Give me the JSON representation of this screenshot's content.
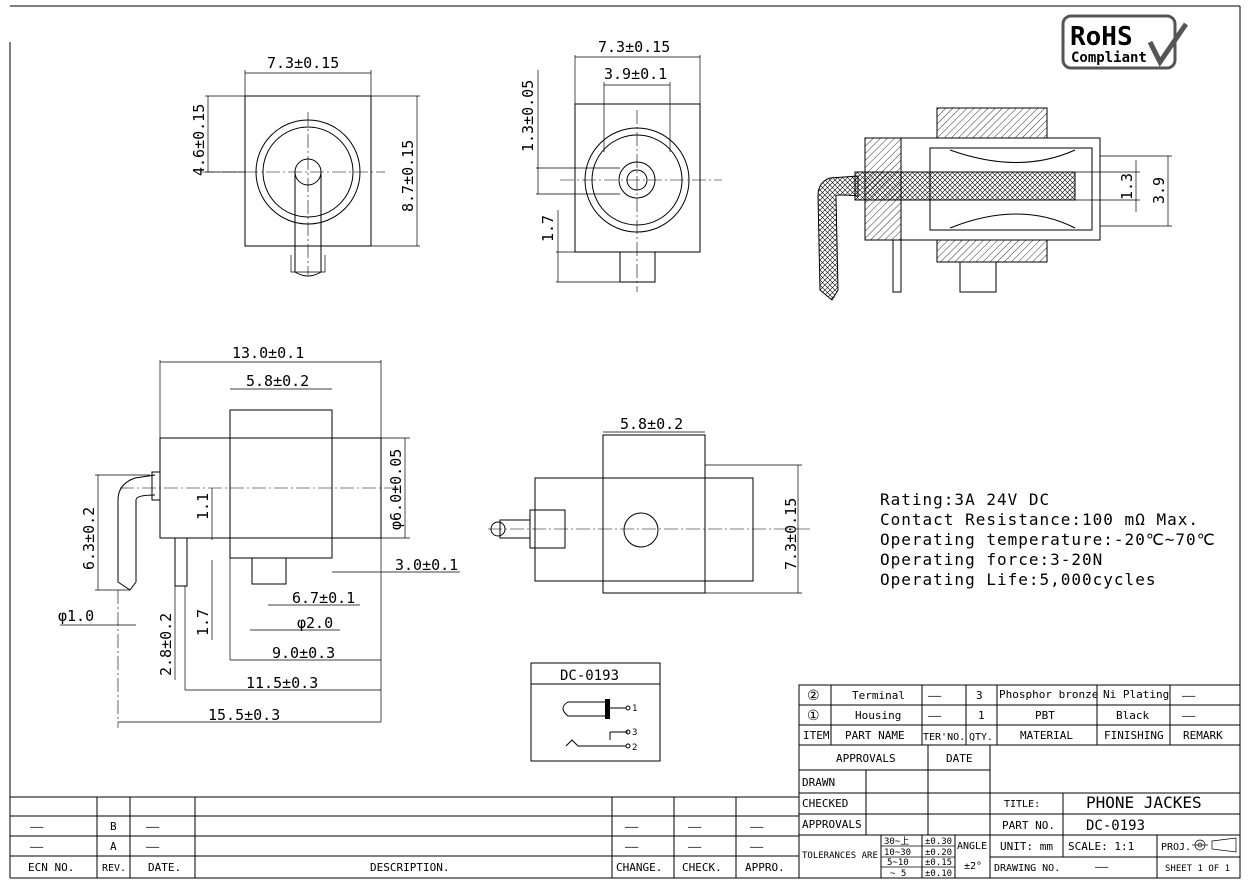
{
  "rohs": {
    "line1": "RoHS",
    "line2": "Compliant"
  },
  "dimensions": {
    "top_left_width": "7.3±0.15",
    "top_left_v1": "4.6±0.15",
    "top_left_v2": "8.7±0.15",
    "top_mid_width": "7.3±0.15",
    "top_mid_inner": "3.9±0.1",
    "top_mid_v1": "1.3±0.05",
    "top_mid_v2": "1.7",
    "section_a": "1.3",
    "section_b": "3.9",
    "side_total": "13.0±0.1",
    "side_body": "5.8±0.2",
    "side_dia": "φ6.0±0.05",
    "side_h1": "1.1",
    "side_h2": "6.3±0.2",
    "side_r1": "3.0±0.1",
    "side_r2": "6.7±0.1",
    "side_pin": "φ2.0",
    "side_d1": "φ1.0",
    "side_d2": "2.8±0.2",
    "side_d3": "1.7",
    "side_l1": "9.0±0.3",
    "side_l2": "11.5±0.3",
    "side_l3": "15.5±0.3",
    "bot_mid_width": "5.8±0.2",
    "bot_mid_height": "7.3±0.15"
  },
  "specs": [
    "Rating:3A 24V DC",
    "Contact Resistance:100 mΩ Max.",
    "Operating temperature:-20℃~70℃",
    "Operating force:3-20N",
    "Operating Life:5,000cycles"
  ],
  "schematic": {
    "part": "DC-0193",
    "p1": "1",
    "p2": "2",
    "p3": "3"
  },
  "parts_list": {
    "rows": [
      {
        "item": "②",
        "name": "Terminal",
        "ter": "——",
        "qty": "3",
        "material": "Phosphor bronze",
        "finish": "Ni Plating",
        "remark": "——"
      },
      {
        "item": "①",
        "name": "Housing",
        "ter": "——",
        "qty": "1",
        "material": "PBT",
        "finish": "Black",
        "remark": "——"
      }
    ],
    "header": {
      "item": "ITEM",
      "name": "PART NAME",
      "ter": "TER'NO.",
      "qty": "QTY.",
      "material": "MATERIAL",
      "finish": "FINISHING",
      "remark": "REMARK"
    }
  },
  "title_block": {
    "approvals_hdr": "APPROVALS",
    "date_hdr": "DATE",
    "drawn": "DRAWN",
    "checked": "CHECKED",
    "approvals": "APPROVALS",
    "tolerances": "TOLERANCES ARE",
    "tol_ranges": [
      "30~上",
      "10~30",
      "5~10",
      "~ 5"
    ],
    "tol_values": [
      "±0.30",
      "±0.20",
      "±0.15",
      "±0.10"
    ],
    "angle": "ANGLE",
    "angle_val": "±2°",
    "title_lbl": "TITLE:",
    "title_val": "PHONE JACKES",
    "partno_lbl": "PART NO.",
    "partno_val": "DC-0193",
    "unit": "UNIT: mm",
    "scale": "SCALE: 1:1",
    "proj": "PROJ.",
    "drawing_no": "DRAWING NO.",
    "drawing_no_val": "——",
    "sheet": "SHEET 1 OF 1"
  },
  "revision_block": {
    "headers": {
      "ecn": "ECN NO.",
      "rev": "REV.",
      "date": "DATE.",
      "desc": "DESCRIPTION.",
      "change": "CHANGE.",
      "check": "CHECK.",
      "appro": "APPRO."
    },
    "rev_b": "B",
    "rev_a": "A",
    "dash": "——"
  }
}
